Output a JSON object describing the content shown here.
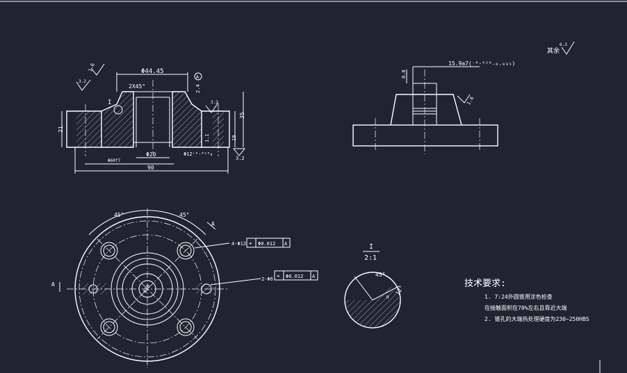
{
  "drawing": {
    "background": "#1f2430",
    "line_color": "#ffffff",
    "section_view": {
      "dims": {
        "bore_diameter": "Φ44.45",
        "chamfer": "2X45°",
        "inner_diameter": "Φ20",
        "overall_width": "90",
        "height_left": "21",
        "height_right": "35",
        "step_height": "19",
        "depth_small": "2.4",
        "tolerance_bore": "Φ12⁺⁰·⁰¹⁸₀",
        "counterbore": "Φ60f7",
        "detail_mark": "I",
        "datum_marker": "A",
        "depth_value": "1.1"
      },
      "roughness": [
        "1.6",
        "3.2",
        "3.2",
        "3.2"
      ]
    },
    "side_view": {
      "dims": {
        "shaft_fit": "15.9a7(⁻⁰·⁰²⁰₋₀.₀₃₅)",
        "left_height": "0.8",
        "taper_roughness": "1.6"
      }
    },
    "plan_view": {
      "angles": [
        "45°",
        "45°"
      ],
      "datum_left": "A",
      "datum_top": "A",
      "hole_callout_1": {
        "text": "4-Φ12",
        "tol": "Φ0.012",
        "datum": "A"
      },
      "hole_callout_2": {
        "text": "2-Φ6",
        "tol": "Φ0.012",
        "datum": "A"
      },
      "center_mark": "Φ20"
    },
    "detail_view": {
      "scale_top": "I",
      "scale_bottom": "2:1",
      "angle_1": "45°",
      "angle_2": "12°",
      "radius": "R"
    },
    "other": {
      "label": "其余",
      "roughness": "6.3"
    },
    "tech_requirements": {
      "title": "技术要求:",
      "lines": [
        "1. 7:24外圆锥用涂色检查",
        "   在接触面积在70%左右且靠近大端",
        "2. 锥孔的大端热处理硬度为230~250HBS"
      ]
    }
  }
}
